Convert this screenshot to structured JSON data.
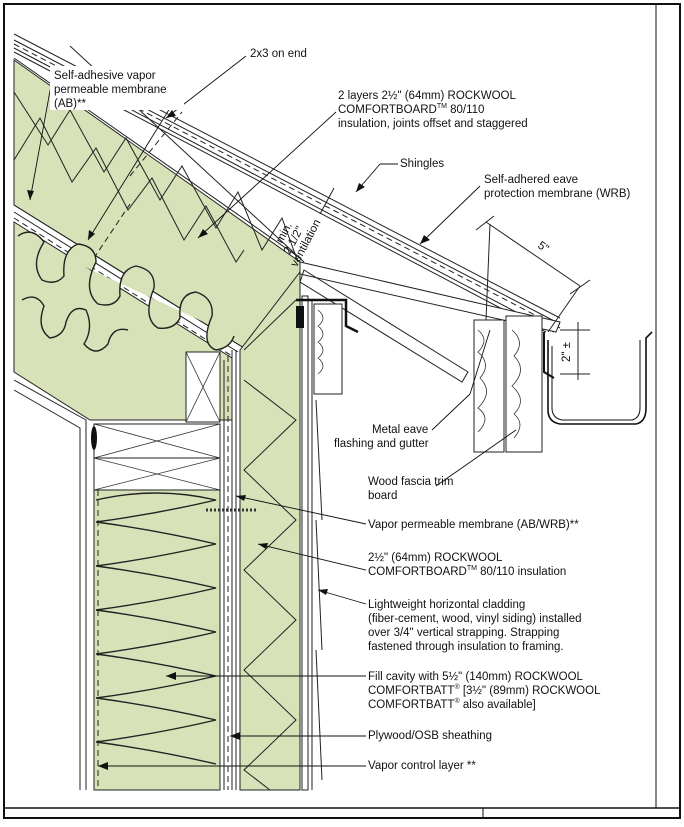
{
  "diagram": {
    "labels": {
      "vapor_permeable_top": [
        "Self-adhesive vapor",
        "permeable membrane",
        "(AB)**"
      ],
      "two_by_three": "2x3 on end",
      "two_layers": [
        "2 layers 2½\" (64mm) ROCKWOOL",
        "COMFORTBOARD",
        "TM",
        " 80/110",
        "insulation, joints offset and staggered"
      ],
      "shingles": "Shingles",
      "eave_membrane": [
        "Self-adhered eave",
        "protection membrane (WRB)"
      ],
      "ventilation": [
        "min.",
        "2 1/2\"",
        "ventilation"
      ],
      "dim_5": "5\"",
      "dim_2": "2\" ±",
      "metal_eave": [
        "Metal eave",
        "flashing and gutter"
      ],
      "fascia": [
        "Wood fascia trim",
        "board"
      ],
      "vapor_wrb": "Vapor permeable membrane (AB/WRB)**",
      "comfortboard_wall": [
        "2½\" (64mm) ROCKWOOL",
        "COMFORTBOARD",
        "TM",
        "  80/110 insulation"
      ],
      "cladding": [
        "Lightweight horizontal cladding",
        "(fiber-cement, wood, vinyl siding) installed",
        "over 3/4\" vertical strapping.  Strapping",
        "fastened  through insulation to framing."
      ],
      "fill_cavity": [
        "Fill cavity with 5½\" (140mm) ROCKWOOL",
        "COMFORTBATT",
        "®",
        " [3½\" (89mm) ROCKWOOL",
        "COMFORTBATT",
        "®",
        " also available]"
      ],
      "sheathing": "Plywood/OSB sheathing",
      "vapor_control": "Vapor control layer **"
    }
  }
}
